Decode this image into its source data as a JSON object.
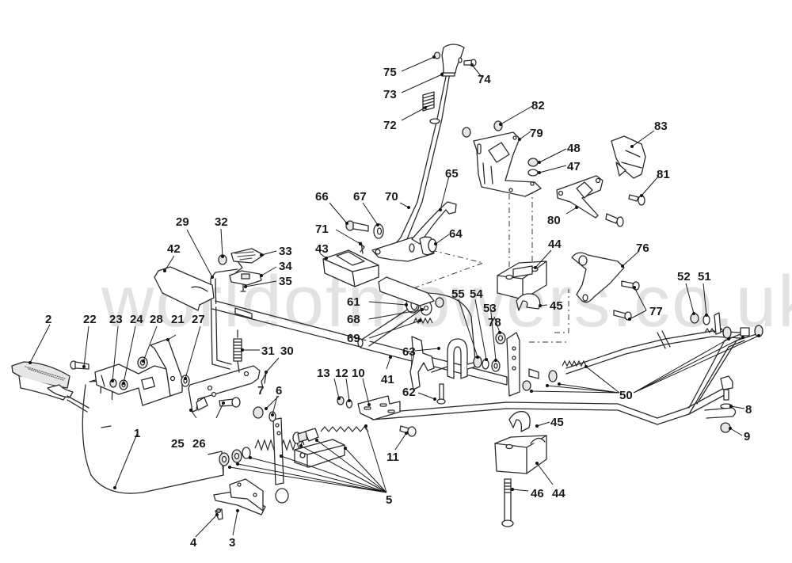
{
  "diagram": {
    "type": "exploded-parts-diagram",
    "subject": "pedal and control linkage assembly",
    "watermark": "worldofmowers.co.uk",
    "colors": {
      "line": "#2a2a2a",
      "background": "#ffffff",
      "watermark": "#d9d9d9"
    },
    "callouts": [
      {
        "id": "c1",
        "label": "1"
      },
      {
        "id": "c2",
        "label": "2"
      },
      {
        "id": "c3",
        "label": "3"
      },
      {
        "id": "c4",
        "label": "4"
      },
      {
        "id": "c5",
        "label": "5"
      },
      {
        "id": "c6",
        "label": "6"
      },
      {
        "id": "c7",
        "label": "7"
      },
      {
        "id": "c8",
        "label": "8"
      },
      {
        "id": "c9",
        "label": "9"
      },
      {
        "id": "c10",
        "label": "10"
      },
      {
        "id": "c11",
        "label": "11"
      },
      {
        "id": "c12",
        "label": "12"
      },
      {
        "id": "c13",
        "label": "13"
      },
      {
        "id": "c21",
        "label": "21"
      },
      {
        "id": "c22",
        "label": "22"
      },
      {
        "id": "c23",
        "label": "23"
      },
      {
        "id": "c24",
        "label": "24"
      },
      {
        "id": "c25",
        "label": "25"
      },
      {
        "id": "c26",
        "label": "26"
      },
      {
        "id": "c27",
        "label": "27"
      },
      {
        "id": "c28",
        "label": "28"
      },
      {
        "id": "c29",
        "label": "29"
      },
      {
        "id": "c30",
        "label": "30"
      },
      {
        "id": "c31",
        "label": "31"
      },
      {
        "id": "c32",
        "label": "32"
      },
      {
        "id": "c33",
        "label": "33"
      },
      {
        "id": "c34",
        "label": "34"
      },
      {
        "id": "c35",
        "label": "35"
      },
      {
        "id": "c41",
        "label": "41"
      },
      {
        "id": "c42",
        "label": "42"
      },
      {
        "id": "c43",
        "label": "43"
      },
      {
        "id": "c44a",
        "label": "44"
      },
      {
        "id": "c44b",
        "label": "44"
      },
      {
        "id": "c45a",
        "label": "45"
      },
      {
        "id": "c45b",
        "label": "45"
      },
      {
        "id": "c46",
        "label": "46"
      },
      {
        "id": "c47",
        "label": "47"
      },
      {
        "id": "c48",
        "label": "48"
      },
      {
        "id": "c50",
        "label": "50"
      },
      {
        "id": "c51",
        "label": "51"
      },
      {
        "id": "c52",
        "label": "52"
      },
      {
        "id": "c53",
        "label": "53"
      },
      {
        "id": "c54",
        "label": "54"
      },
      {
        "id": "c55",
        "label": "55"
      },
      {
        "id": "c61",
        "label": "61"
      },
      {
        "id": "c62",
        "label": "62"
      },
      {
        "id": "c63",
        "label": "63"
      },
      {
        "id": "c64",
        "label": "64"
      },
      {
        "id": "c65",
        "label": "65"
      },
      {
        "id": "c66",
        "label": "66"
      },
      {
        "id": "c67",
        "label": "67"
      },
      {
        "id": "c68",
        "label": "68"
      },
      {
        "id": "c69",
        "label": "69"
      },
      {
        "id": "c70",
        "label": "70"
      },
      {
        "id": "c71",
        "label": "71"
      },
      {
        "id": "c72",
        "label": "72"
      },
      {
        "id": "c73",
        "label": "73"
      },
      {
        "id": "c74",
        "label": "74"
      },
      {
        "id": "c75",
        "label": "75"
      },
      {
        "id": "c76",
        "label": "76"
      },
      {
        "id": "c77",
        "label": "77"
      },
      {
        "id": "c78",
        "label": "78"
      },
      {
        "id": "c79",
        "label": "79"
      },
      {
        "id": "c80",
        "label": "80"
      },
      {
        "id": "c81",
        "label": "81"
      },
      {
        "id": "c82",
        "label": "82"
      },
      {
        "id": "c83",
        "label": "83"
      }
    ]
  }
}
